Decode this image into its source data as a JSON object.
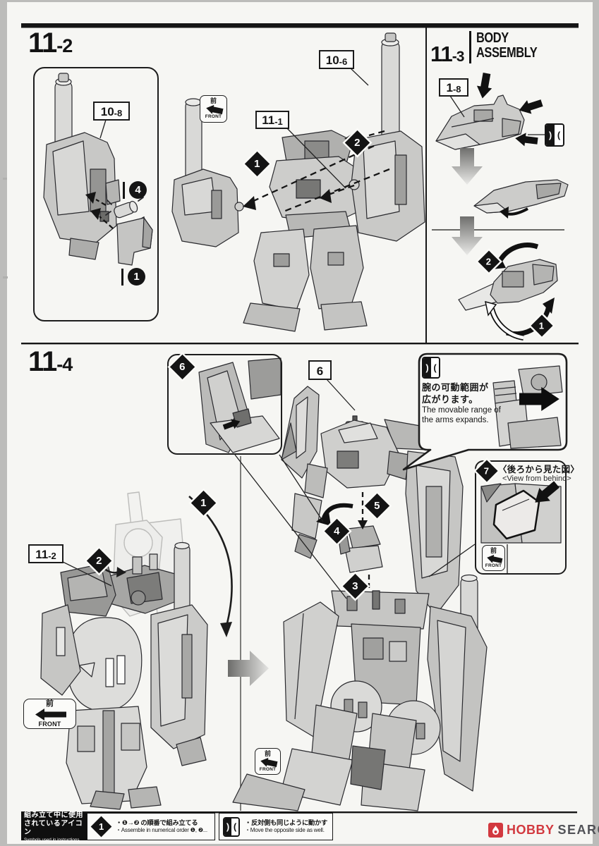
{
  "doc": {
    "sections": {
      "s11_2": {
        "number_big": "11",
        "number_small": "-2",
        "part_labels": {
          "p10_8": {
            "main": "10",
            "sub": "-8"
          },
          "p10_6": {
            "main": "10",
            "sub": "-6"
          },
          "p11_1": {
            "main": "11",
            "sub": "-1"
          }
        },
        "steps": {
          "m1": "1",
          "m2": "2"
        },
        "qty_markers": {
          "q4": "4",
          "q1": "1"
        }
      },
      "s11_3": {
        "number_big": "11",
        "number_small": "-3",
        "title_line1": "BODY",
        "title_line2": "ASSEMBLY",
        "part_labels": {
          "p1_8": {
            "main": "1",
            "sub": "-8"
          }
        },
        "steps": {
          "m1": "1",
          "m2": "2"
        }
      },
      "s11_4": {
        "number_big": "11",
        "number_small": "-4",
        "part_labels": {
          "p6": {
            "main": "6",
            "sub": ""
          },
          "p11_2": {
            "main": "11",
            "sub": "-2"
          }
        },
        "steps": {
          "m1": "1",
          "m2": "2",
          "m3": "3",
          "m4": "4",
          "m5": "5",
          "m6": "6",
          "m7": "7"
        },
        "arm_note_jp1": "腕の可動範囲が",
        "arm_note_jp2": "広がります。",
        "arm_note_en1": "The movable range of",
        "arm_note_en2": "the arms expands.",
        "behind_title_jp": "〈後ろから見た図〉",
        "behind_title_en": "<View from behind>"
      }
    },
    "front_icon": {
      "kanji": "前",
      "label": "FRONT"
    },
    "mirror_icon": {
      "left": ")",
      "right": "("
    },
    "legend": {
      "header_jp1": "組み立て中に使用",
      "header_jp2": "されているアイコン",
      "header_en": "Symbols used in instructions",
      "item1_marker": "1",
      "item1_jp": "・❶→❷ の順番で組み立てる",
      "item1_en": "・Assemble in numerical order ❶, ❷...",
      "item2_jp": "・反対側も同じように動かす",
      "item2_en": "・Move the opposite side as well."
    },
    "logo": {
      "word1": "HOBBY",
      "word2": "SEARCH"
    }
  }
}
